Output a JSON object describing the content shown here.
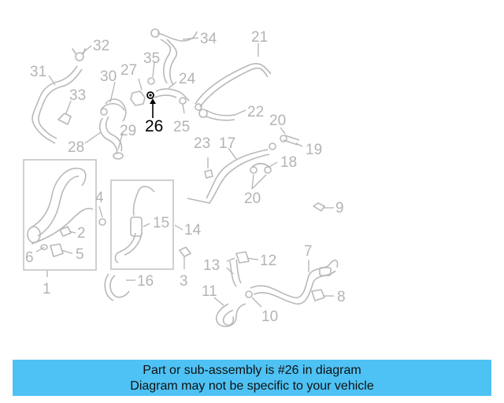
{
  "diagram": {
    "highlighted_callout": "26",
    "callouts": [
      "32",
      "34",
      "21",
      "31",
      "35",
      "27",
      "30",
      "24",
      "33",
      "23",
      "22",
      "20",
      "25",
      "28",
      "29",
      "17",
      "19",
      "18",
      "20",
      "4",
      "9",
      "15",
      "14",
      "2",
      "6",
      "5",
      "1",
      "16",
      "3",
      "12",
      "13",
      "7",
      "8",
      "11",
      "10"
    ]
  },
  "banner": {
    "line1": "Part or sub-assembly is #26 in diagram",
    "line2": "Diagram may not be specific to your vehicle"
  },
  "colors": {
    "banner": "#4ec2f4",
    "drawing": "#b9b9b9",
    "highlight": "#000000"
  }
}
